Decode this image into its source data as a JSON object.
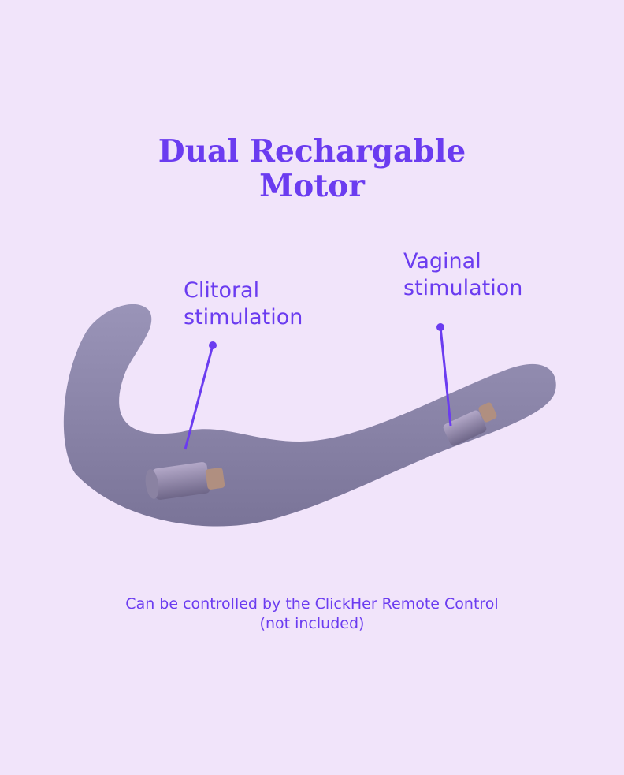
{
  "title": {
    "line1": "Dual Rechargable",
    "line2": "Motor"
  },
  "callouts": {
    "clitoral": {
      "line1": "Clitoral",
      "line2": "stimulation"
    },
    "vaginal": {
      "line1": "Vaginal",
      "line2": "stimulation"
    }
  },
  "footer": {
    "line1": "Can be controlled by the ClickHer Remote Control",
    "line2": "(not included)"
  },
  "colors": {
    "background": "#f1e4fa",
    "accent": "#6b3cf0",
    "product": "#8a84a8"
  }
}
